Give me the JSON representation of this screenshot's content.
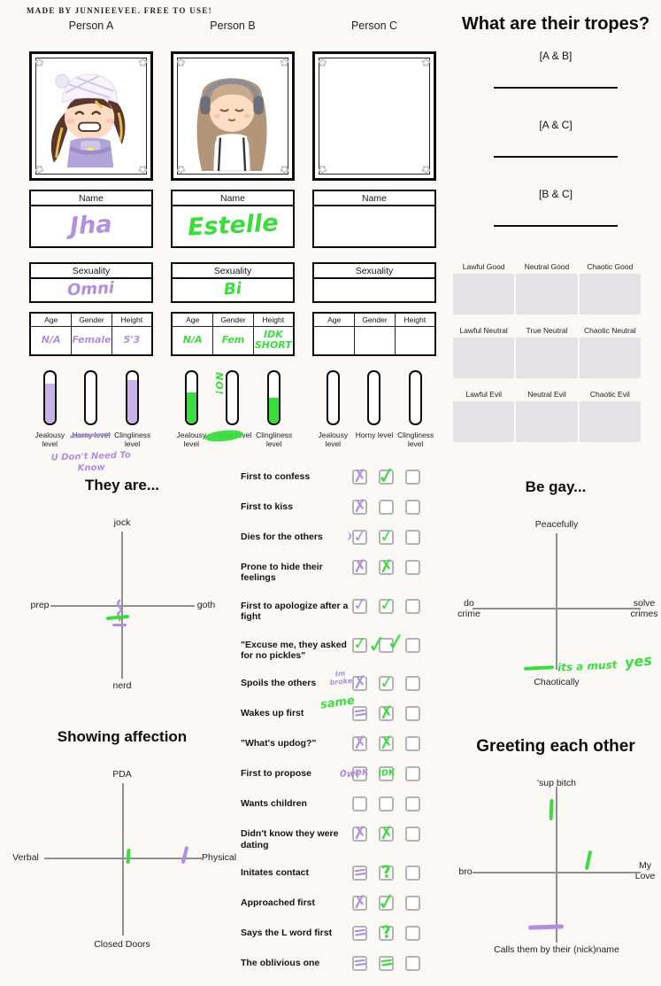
{
  "colors": {
    "purple": "#b18ede",
    "purple_fill": "#c9b2e8",
    "green": "#3cdc3e",
    "cellgray": "#e4e2e7",
    "axis": "#8f8f8f"
  },
  "credit": "MADE BY JUNNIEEVEE. FREE TO USE!",
  "labels": {
    "name": "Name",
    "sexuality": "Sexuality",
    "age": "Age",
    "gender": "Gender",
    "height": "Height"
  },
  "bar_labels": [
    "Jealousy level",
    "Horny level",
    "Clingliness level"
  ],
  "persons": [
    {
      "header": "Person A",
      "name": "Jha",
      "sexuality": "Omni",
      "age": "N/A",
      "gender": "Female",
      "height": "5'3",
      "bars": [
        78,
        0,
        85
      ],
      "horny_note": "U Don't Need To Know"
    },
    {
      "header": "Person B",
      "name": "Estelle",
      "sexuality": "Bi",
      "age": "N/A",
      "gender": "Fem",
      "height": "IDK SHORT",
      "bars": [
        60,
        0,
        50
      ],
      "horny_note": "NO!"
    },
    {
      "header": "Person C",
      "name": "",
      "sexuality": "",
      "age": "",
      "gender": "",
      "height": "",
      "bars": [
        0,
        0,
        0
      ],
      "horny_note": ""
    }
  ],
  "headings": {
    "tropes": "What are their tropes?",
    "they_are": "They are...",
    "showing_affection": "Showing affection",
    "be_gay": "Be gay...",
    "greeting": "Greeting each other"
  },
  "tropes": {
    "pairs": [
      "[A & B]",
      "[A & C]",
      "[B & C]"
    ]
  },
  "alignment": {
    "cells": [
      "Lawful Good",
      "Neutral Good",
      "Chaotic Good",
      "Lawful Neutral",
      "True Neutral",
      "Chaotic Neutral",
      "Lawful Evil",
      "Neutral Evil",
      "Chaotic Evil"
    ]
  },
  "charts": {
    "they_are": {
      "top": "jock",
      "bottom": "nerd",
      "left": "prep",
      "right": "goth"
    },
    "showing_affection": {
      "top": "PDA",
      "bottom": "Closed Doors",
      "left": "Verbal",
      "right": "Physical"
    },
    "be_gay": {
      "top": "Peacefully",
      "bottom": "Chaotically",
      "left": "do crime",
      "right": "solve crimes",
      "note": "its a must",
      "note2": "yes"
    },
    "greeting": {
      "top": "'sup bitch",
      "bottom": "Calls them by their (nick)name",
      "left": "bro",
      "right": "My Love"
    }
  },
  "checklist": {
    "items": [
      {
        "label": "First to confess",
        "marks": [
          {
            "glyph": "✗",
            "ink": "purple"
          },
          {
            "glyph": "✓",
            "ink": "green",
            "big": true
          },
          {}
        ]
      },
      {
        "label": "First to kiss",
        "marks": [
          {
            "glyph": "✗",
            "ink": "purple"
          },
          {},
          {}
        ]
      },
      {
        "label": "Dies for the others",
        "marks": [
          {
            "glyph": "✓",
            "ink": "purple"
          },
          {
            "glyph": "✓",
            "ink": "green"
          },
          {}
        ]
      },
      {
        "label": "Prone to hide their feelings",
        "marks": [
          {
            "glyph": "✗",
            "ink": "purple"
          },
          {
            "glyph": "✗",
            "ink": "green"
          },
          {}
        ]
      },
      {
        "label": "First to apologize after a fight",
        "marks": [
          {
            "glyph": "✓",
            "ink": "purple"
          },
          {
            "glyph": "✓",
            "ink": "green"
          },
          {}
        ]
      },
      {
        "label": "\"Excuse me, they asked for no pickles\"",
        "marks": [
          {
            "glyph": "✓",
            "ink": "green"
          },
          {
            "glyph": "✓✓",
            "ink": "green",
            "big": true
          },
          {}
        ]
      },
      {
        "label": "Spoils the others",
        "marks": [
          {
            "glyph": "✗",
            "ink": "purple"
          },
          {
            "glyph": "✓",
            "ink": "green"
          },
          {}
        ]
      },
      {
        "label": "Wakes up first",
        "marks": [
          {
            "glyph": "=",
            "ink": "purple"
          },
          {
            "glyph": "✗",
            "ink": "green"
          },
          {}
        ]
      },
      {
        "label": "\"What's updog?\"",
        "marks": [
          {
            "glyph": "✗",
            "ink": "purple"
          },
          {
            "glyph": "✗",
            "ink": "green"
          },
          {}
        ]
      },
      {
        "label": "First to propose",
        "marks": [
          {
            "glyph": "IDK",
            "ink": "purple",
            "text": true
          },
          {
            "glyph": "IDK",
            "ink": "green",
            "text": true
          },
          {}
        ]
      },
      {
        "label": "Wants children",
        "marks": [
          {},
          {},
          {}
        ]
      },
      {
        "label": "Didn't know they were dating",
        "marks": [
          {
            "glyph": "✗",
            "ink": "purple"
          },
          {
            "glyph": "✗",
            "ink": "green"
          },
          {}
        ]
      },
      {
        "label": "Initates contact",
        "marks": [
          {
            "glyph": "=",
            "ink": "purple"
          },
          {
            "glyph": "?",
            "ink": "green"
          },
          {}
        ]
      },
      {
        "label": "Approached first",
        "marks": [
          {
            "glyph": "✗",
            "ink": "purple"
          },
          {
            "glyph": "✓",
            "ink": "green",
            "big": true
          },
          {}
        ]
      },
      {
        "label": "Says the L word first",
        "marks": [
          {
            "glyph": "=",
            "ink": "purple"
          },
          {
            "glyph": "?",
            "ink": "green"
          },
          {}
        ]
      },
      {
        "label": "The oblivious one",
        "marks": [
          {
            "glyph": "=",
            "ink": "purple"
          },
          {
            "glyph": "=",
            "ink": "green"
          },
          {}
        ]
      }
    ]
  },
  "annotations": {
    "im_broke": "Im broke",
    "same": "same",
    "propose_prefix": "0w("
  }
}
